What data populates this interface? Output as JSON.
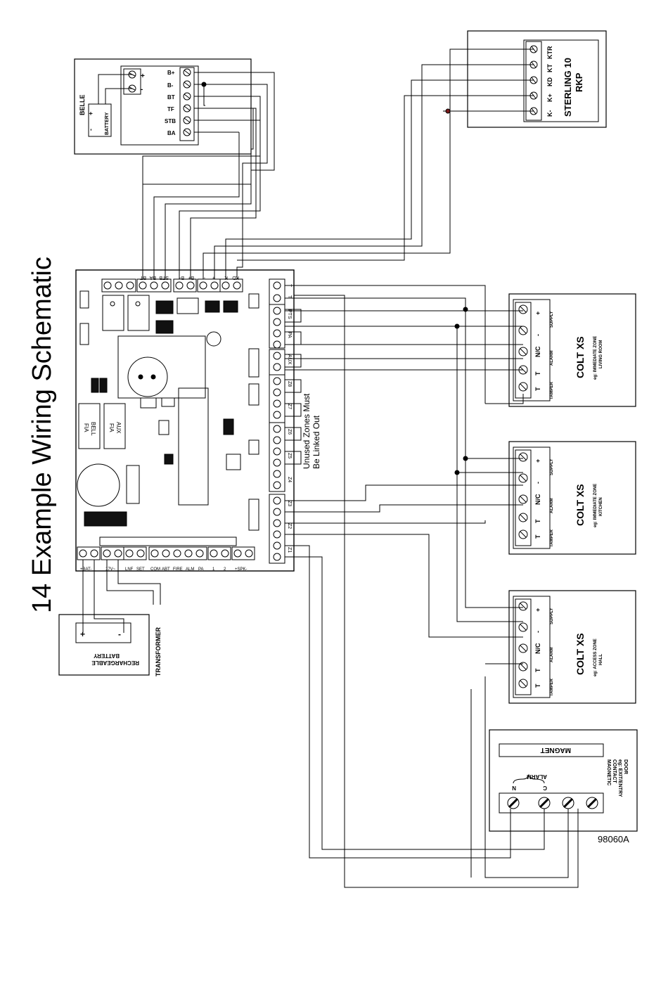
{
  "title": "14 Example Wiring Schematic",
  "drawing_ref": "98060A",
  "belle": {
    "name": "BELLE",
    "battery": "BATTERY",
    "terminals": [
      "B+",
      "B-",
      "BT",
      "TF",
      "STB",
      "BA"
    ]
  },
  "keypad": {
    "name": "STERLING 10",
    "subname": "RKP",
    "terminals": [
      "K-",
      "K+",
      "KD",
      "KT",
      "KTR"
    ]
  },
  "panel": {
    "top_terminals": [
      "BT",
      "BA",
      "STB",
      "B-",
      "B+",
      "-",
      "+",
      "K",
      "KD"
    ],
    "right_terminals": [
      "T",
      "T",
      "PTS",
      "PA",
      "AUX",
      "Z8",
      "Z7",
      "Z6",
      "Z5",
      "Z4",
      "Z3",
      "Z2",
      "Z1"
    ],
    "bottom_terminals": [
      "+BAT-",
      "17V~",
      "LNF",
      "SET",
      "COM",
      "ABT",
      "FIRE",
      "ALM",
      "PA",
      "1",
      "2",
      "+SPK-"
    ],
    "fia_left": "FIA",
    "fia_left_sub": "BELL",
    "fia_right": "FIA",
    "fia_right_sub": "AUX"
  },
  "unused_note": [
    "Unused Zones Must",
    "Be Linked Out"
  ],
  "detectors": [
    {
      "name": "COLT XS",
      "note": "eg: IMMEDIATE ZONE",
      "location": "LIVING ROOM",
      "groups": [
        "TAMPER",
        "ALARM",
        "SUPPLY"
      ],
      "terminals": [
        "T",
        "T",
        "N/C",
        "-",
        "+"
      ]
    },
    {
      "name": "COLT XS",
      "note": "eg: IMMEDIATE ZONE",
      "location": "KITCHEN",
      "groups": [
        "TAMPER",
        "ALARM",
        "SUPPLY"
      ],
      "terminals": [
        "T",
        "T",
        "N/C",
        "-",
        "+"
      ]
    },
    {
      "name": "COLT XS",
      "note": "eg: ACCESS ZONE",
      "location": "HALL",
      "groups": [
        "TAMPER",
        "ALARM",
        "SUPPLY"
      ],
      "terminals": [
        "T",
        "T",
        "N/C",
        "-",
        "+"
      ]
    }
  ],
  "magnet": {
    "label": "MAGNET",
    "alarm": "ALARM",
    "n": "N",
    "c": "C",
    "desc": [
      "MAGNETIC",
      "CONTACT",
      "eg: EXIT/ENTRY",
      "DOOR"
    ]
  },
  "battery": {
    "label": [
      "RECHARGEABLE",
      "BATTERY"
    ],
    "plus": "+",
    "minus": "-"
  },
  "transformer": "TRANSFORMER"
}
